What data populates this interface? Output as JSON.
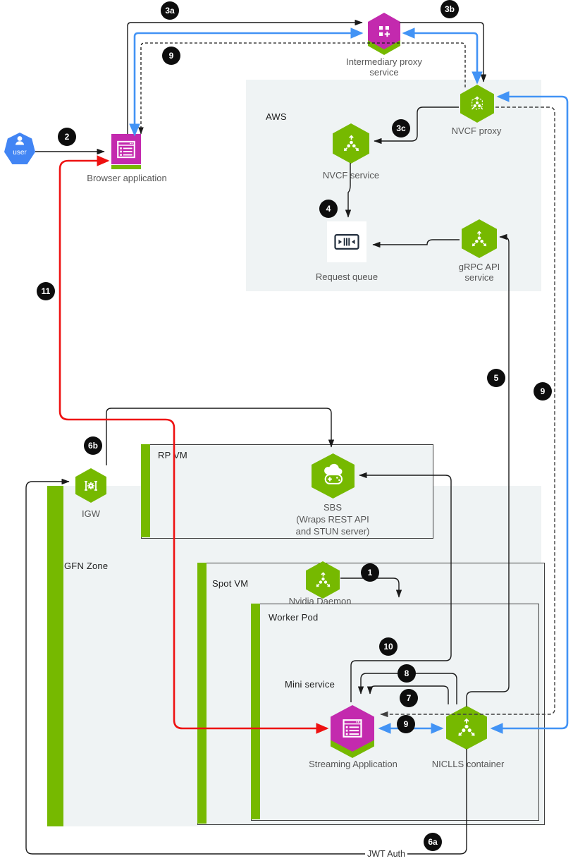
{
  "colors": {
    "nvidia_green": "#76b900",
    "magenta": "#c32aae",
    "blue_arrow": "#4293f5",
    "red_arrow": "#ee1111",
    "black_line": "#1a1a1a",
    "box_fill": "#eff3f4",
    "badge_bg": "#0d0d0d",
    "user_blue": "#4285f4",
    "queue_ink": "#232f3e"
  },
  "nodes": {
    "user": {
      "label": "user"
    },
    "browser": {
      "label": "Browser application"
    },
    "intermediary": {
      "label1": "Intermediary proxy",
      "label2": "service"
    },
    "nvcf_proxy": {
      "label": "NVCF proxy"
    },
    "nvcf_service": {
      "label": "NVCF service"
    },
    "request_queue": {
      "label": "Request queue"
    },
    "grpc": {
      "label1": "gRPC API",
      "label2": "service"
    },
    "igw": {
      "label": "IGW"
    },
    "sbs": {
      "label1": "SBS",
      "label2": "(Wraps REST API",
      "label3": "and STUN server)"
    },
    "daemon": {
      "label": "Nvidia Daemon"
    },
    "streaming": {
      "label": "Streaming Application"
    },
    "niclls": {
      "label": "NICLLS container"
    }
  },
  "boxes": {
    "aws": {
      "label": "AWS"
    },
    "gfn": {
      "label": "GFN Zone"
    },
    "rpvm": {
      "label": "RP VM"
    },
    "spotvm": {
      "label": "Spot VM"
    },
    "workerpod": {
      "label": "Worker Pod"
    },
    "mini": {
      "label": "Mini service"
    }
  },
  "badges": {
    "b1": "1",
    "b2": "2",
    "b3a": "3a",
    "b3b": "3b",
    "b3c": "3c",
    "b4": "4",
    "b5": "5",
    "b6a": "6a",
    "b6b": "6b",
    "b7": "7",
    "b8": "8",
    "b9_top": "9",
    "b9_right": "9",
    "b9_mid": "9",
    "b10": "10",
    "b11": "11"
  },
  "annotations": {
    "jwt": "JWT Auth"
  }
}
